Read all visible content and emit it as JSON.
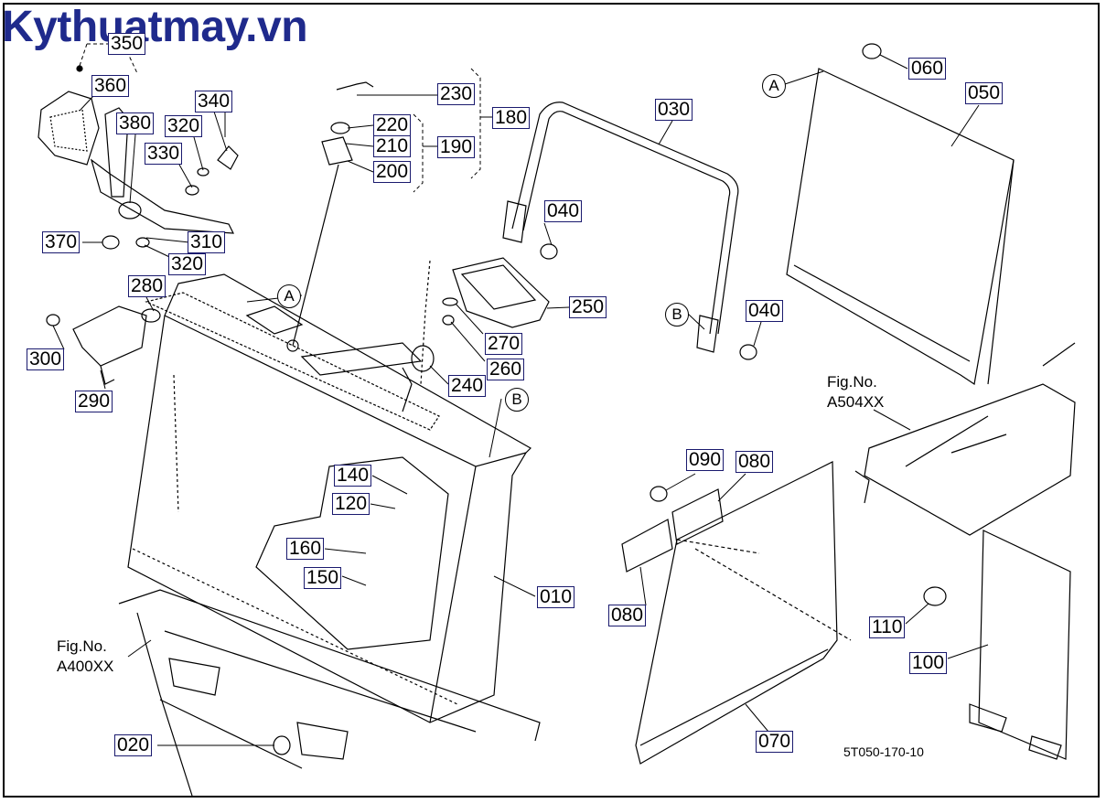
{
  "brand": "Kythuatmay.vn",
  "drawing_code": "5T050-170-10",
  "fig_refs": [
    {
      "label": "Fig.No.",
      "code": "A400XX"
    },
    {
      "label": "Fig.No.",
      "code": "A504XX"
    }
  ],
  "connectors": [
    "A",
    "B"
  ],
  "parts": {
    "p350": "350",
    "p360": "360",
    "p340": "340",
    "p380": "380",
    "p320a": "320",
    "p330": "330",
    "p370": "370",
    "p310": "310",
    "p320b": "320",
    "p280": "280",
    "p300": "300",
    "p290": "290",
    "p230": "230",
    "p220": "220",
    "p210": "210",
    "p200": "200",
    "p190": "190",
    "p180": "180",
    "p030": "030",
    "p040a": "040",
    "p040b": "040",
    "p250": "250",
    "p270": "270",
    "p260": "260",
    "p240": "240",
    "p140": "140",
    "p120": "120",
    "p160": "160",
    "p150": "150",
    "p010": "010",
    "p020": "020",
    "p060": "060",
    "p050": "050",
    "p090": "090",
    "p080a": "080",
    "p080b": "080",
    "p070": "070",
    "p110": "110",
    "p100": "100"
  }
}
